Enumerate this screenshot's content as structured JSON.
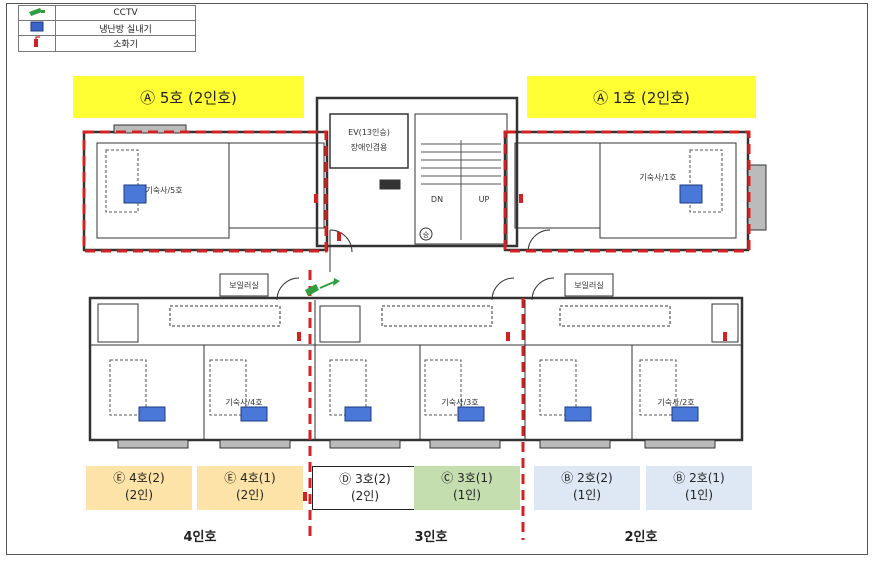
{
  "legend": {
    "items": [
      {
        "icon": "cctv-icon",
        "label": "CCTV",
        "color": "#2e9e3e"
      },
      {
        "icon": "air-conditioner-icon",
        "label": "냉난방 실내기",
        "color": "#3a64c8"
      },
      {
        "icon": "fire-extinguisher-icon",
        "label": "소화기",
        "color": "#d42020"
      }
    ]
  },
  "headers": {
    "left": "Ⓐ 5호 (2인호)",
    "right": "Ⓐ 1호 (2인호)"
  },
  "plan": {
    "ev_line1": "EV(13인승)",
    "ev_line2": "장애인겸용",
    "dn": "DN",
    "up": "UP",
    "ev_mark": "승",
    "boiler_left": "보일러실",
    "boiler_right": "보일러실",
    "room_5": "기숙사/5호",
    "room_1": "기숙사/1호",
    "room_4": "기숙사/4호",
    "room_3": "기숙사/3호",
    "room_2": "기숙사/2호"
  },
  "units": [
    {
      "line1": "Ⓔ 4호(2)",
      "line2": "(2인)",
      "bg": "#fde3a7",
      "border": "none"
    },
    {
      "line1": "Ⓔ 4호(1)",
      "line2": "(2인)",
      "bg": "#fde3a7",
      "border": "none"
    },
    {
      "line1": "Ⓓ 3호(2)",
      "line2": "(2인)",
      "bg": "#ffffff",
      "border": "1px solid #222"
    },
    {
      "line1": "Ⓒ 3호(1)",
      "line2": "(1인)",
      "bg": "#c5deb0",
      "border": "none"
    },
    {
      "line1": "Ⓑ 2호(2)",
      "line2": "(1인)",
      "bg": "#dde8f4",
      "border": "none"
    },
    {
      "line1": "Ⓑ 2호(1)",
      "line2": "(1인)",
      "bg": "#dde8f4",
      "border": "none"
    }
  ],
  "groups": {
    "g4": "4인호",
    "g3": "3인호",
    "g2": "2인호"
  }
}
